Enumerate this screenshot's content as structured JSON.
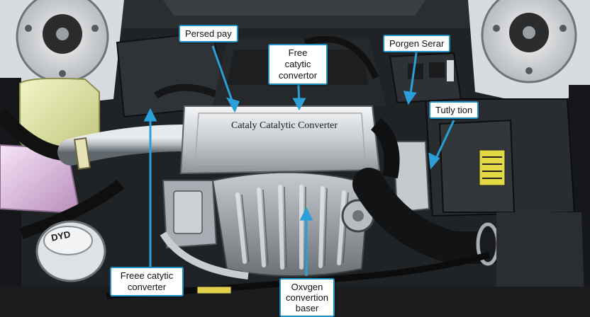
{
  "callouts": {
    "top_left": "Persed pay",
    "top_center": "Free catytic convertor",
    "top_right": "Porgen Serar",
    "right": "Tutly tion",
    "bottom_left": "Freee catytic converter",
    "bottom_center": "Oxvgen convertion baser"
  },
  "engine_cover_text": "Cataly Catalytic Converter",
  "oil_cap_text": "DYD",
  "battery_label_text": "",
  "colors": {
    "callout_border": "#1f8fc4",
    "arrow": "#2a9fd8",
    "coolant_tank": "#e3e8a6",
    "washer_tank": "#e7c6e8"
  }
}
